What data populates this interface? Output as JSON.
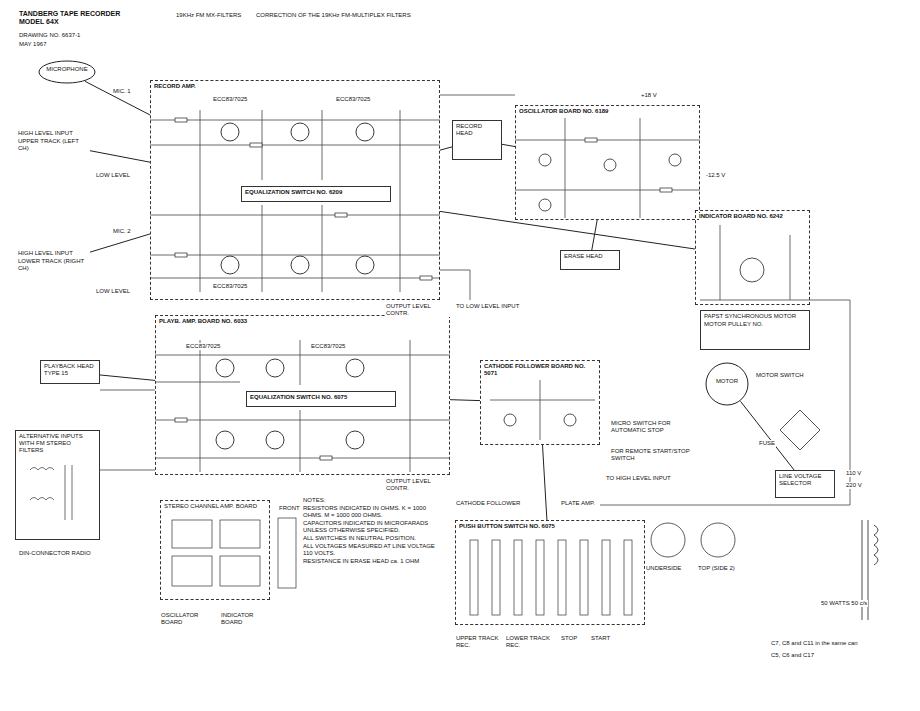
{
  "diagram": {
    "title": "TANDBERG TAPE RECORDER MODEL 64X",
    "nodes": [
      {
        "text": [
          "RECORD AMP."
        ]
      },
      {
        "text": [
          "EQUALIZATION SWITCH NO. 6209"
        ],
        "in": 0
      },
      {
        "text": [
          "MICROPHONE"
        ]
      },
      {
        "text": [
          "HIGH LEVEL INPUT",
          "UPPER TRACK (LEFT CH)"
        ]
      },
      {
        "text": [
          "HIGH LEVEL INPUT",
          "LOWER TRACK (RIGHT CH)"
        ]
      },
      {
        "text": [
          "RECORD HEAD"
        ]
      },
      {
        "text": [
          "OSCILLATOR BOARD NO. 6189"
        ]
      },
      {
        "text": [
          "ERASE HEAD"
        ]
      },
      {
        "text": [
          "INDICATOR BOARD NO. 6242"
        ]
      },
      {
        "text": [
          "PLAYB. AMP. BOARD NO. 6033"
        ]
      },
      {
        "text": [
          "EQUALIZATION SWITCH NO. 6075"
        ],
        "in": 9
      },
      {
        "text": [
          "PLAYBACK HEAD TYPE 15"
        ]
      },
      {
        "text": [
          "CATHODE FOLLOWER BOARD NO. 5071"
        ]
      },
      {
        "text": [
          "PAPST SYNCHRONOUS MOTOR",
          "MOTOR PULLEY NO."
        ]
      },
      {
        "text": [
          "MOTOR"
        ]
      },
      {
        "text": [
          "LINE VOLTAGE SELECTOR"
        ]
      },
      {
        "text": [
          "PUSH BUTTON SWITCH NO. 6075"
        ]
      },
      {
        "text": [
          "NOTES:",
          "RESISTORS INDICATED IN OHMS. K = 1000 OHMS. M = 1000 000 OHMS.",
          "CAPACITORS INDICATED IN MICROFARADS UNLESS OTHERWISE SPECIFIED.",
          "ALL SWITCHES IN NEUTRAL POSITION.",
          "ALL VOLTAGES MEASURED AT LINE VOLTAGE 110 VOLTS.",
          "RESISTANCE IN ERASE HEAD ca. 1 OHM"
        ]
      },
      {
        "text": [
          "ALTERNATIVE INPUTS WITH FM STEREO FILTERS"
        ]
      },
      {
        "text": [
          "STEREO CHANNEL AMP. BOARD"
        ]
      }
    ],
    "edges": [
      {
        "from": 2,
        "to": 0,
        "arrow": "none"
      },
      {
        "from": 3,
        "to": 0,
        "arrow": "none"
      },
      {
        "from": 4,
        "to": 0,
        "arrow": "none"
      },
      {
        "from": 0,
        "to": 5,
        "arrow": "none"
      },
      {
        "from": 6,
        "to": 5,
        "arrow": "none"
      },
      {
        "from": 6,
        "to": 7,
        "arrow": "none"
      },
      {
        "from": 0,
        "to": 8,
        "arrow": "none"
      },
      {
        "from": 11,
        "to": 9,
        "arrow": "none"
      },
      {
        "from": 9,
        "to": 12,
        "arrow": "none"
      },
      {
        "from": 12,
        "to": 16,
        "arrow": "none"
      },
      {
        "from": 14,
        "to": 15,
        "arrow": "none"
      }
    ],
    "labels": [
      "DRAWING NO. 6637-1",
      "MAY 1967",
      "CORRECTION OF THE 19KHz FM-MULTIPLEX FILTERS",
      "19KHz FM MX-FILTERS",
      "MIC. 1",
      "MIC. 2",
      "LOW LEVEL",
      "LOW LEVEL",
      "ECC83/7025",
      "ECC83/7025",
      "ECC83/7025",
      "ECC83/7025",
      "ECC83/7025",
      "TO LOW LEVEL INPUT",
      "TO HIGH LEVEL INPUT",
      "OUTPUT LEVEL CONTR.",
      "OUTPUT LEVEL CONTR.",
      "MICRO SWITCH FOR AUTOMATIC STOP",
      "FOR REMOTE START/STOP SWITCH",
      "MOTOR SWITCH",
      "FUSE",
      "110 V",
      "220 V",
      "50 WATTS 50 c/s",
      "C7, C8 and C11 in the same can",
      "C5, C6 and C17",
      "DIN-CONNECTOR RADIO",
      "OSCILLATOR BOARD",
      "INDICATOR BOARD",
      "FRONT",
      "UPPER TRACK REC.",
      "LOWER TRACK REC.",
      "STOP",
      "START",
      "UNDERSIDE",
      "TOP (SIDE 2)",
      "CATHODE FOLLOWER",
      "PLATE AMP.",
      "-12.5 V",
      "+18 V"
    ]
  }
}
